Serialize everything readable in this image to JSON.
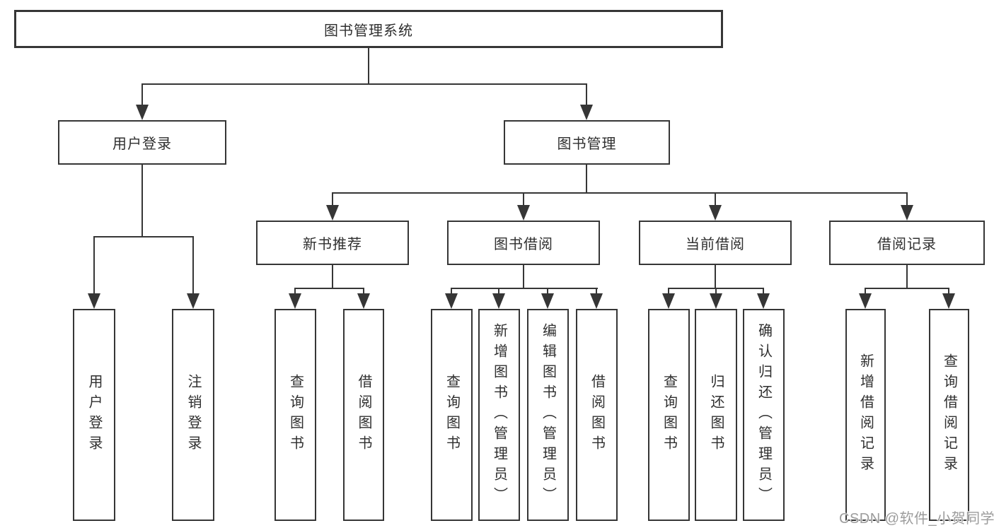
{
  "title": "图书管理系统",
  "level2": [
    "用户登录",
    "图书管理"
  ],
  "level3": [
    "新书推荐",
    "图书借阅",
    "当前借阅",
    "借阅记录"
  ],
  "leaves": {
    "userLogin": [
      "用户登录",
      "注销登录"
    ],
    "newBookRec": [
      "查询图书",
      "借阅图书"
    ],
    "bookBorrow": [
      "查询图书",
      "新增图书（管理员）",
      "编辑图书（管理员）",
      "借阅图书"
    ],
    "currentBorrow": [
      "查询图书",
      "归还图书",
      "确认归还（管理员）"
    ],
    "borrowRecords": [
      "新增借阅记录",
      "查询借阅记录"
    ]
  },
  "watermark": "CSDN @软件_小贺同学",
  "colors": {
    "line": "#363636",
    "text": "#2f2f2f",
    "background": "#ffffff",
    "watermark": "#9c9c9c"
  }
}
